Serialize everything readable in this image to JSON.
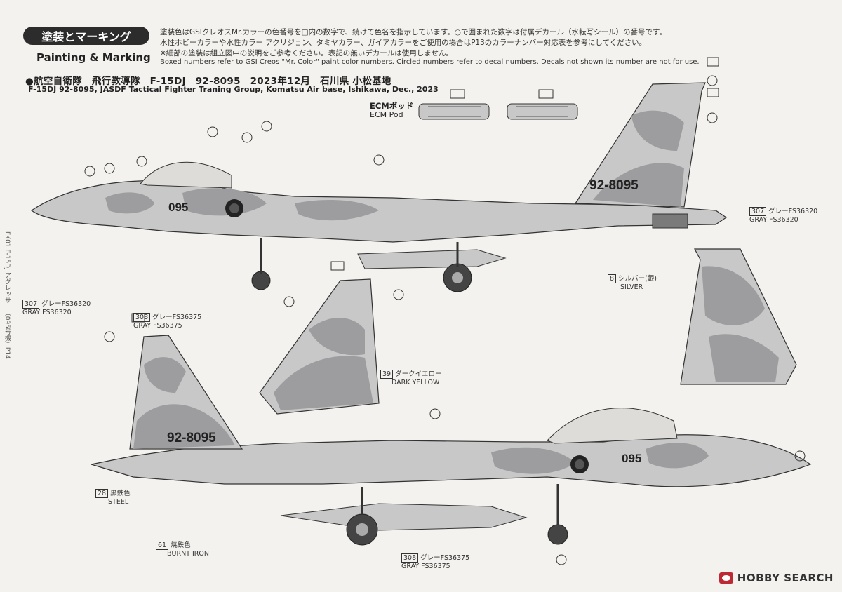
{
  "section": {
    "title_jp": "塗装とマーキング",
    "title_en": "Painting & Marking"
  },
  "notes": [
    "塗装色はGSIクレオスMr.カラーの色番号を□内の数字で、続けて色名を指示しています。○で囲まれた数字は付属デカール（水転写シール）の番号です。",
    "水性ホビーカラーや水性カラー アクリジョン、タミヤカラー、ガイアカラーをご使用の場合はP13のカラーナンバー対応表を参考にしてください。",
    "※細部の塗装は組立図中の説明をご参考ください。表記の無いデカールは使用しません。",
    "Boxed numbers refer to GSI Creos \"Mr. Color\" paint color numbers. Circled numbers refer to decal numbers. Decals not shown its number are not for use."
  ],
  "heading_jp": "●航空自衛隊　飛行教導隊　F-15DJ　92-8095　2023年12月　石川県 小松基地",
  "heading_en": "F-15DJ  92-8095,  JASDF Tactical Fighter Traning Group, Komatsu Air base, Ishikawa,  Dec., 2023",
  "ecm": {
    "jp": "ECMポッド",
    "en": "ECM Pod"
  },
  "colors": {
    "gray_36320": {
      "code": "307",
      "jp": "グレーFS36320",
      "en": "GRAY FS36320"
    },
    "gray_36375": {
      "code": "308",
      "jp": "グレーFS36375",
      "en": "GRAY FS36375"
    },
    "silver": {
      "code": "8",
      "jp": "シルバー(銀)",
      "en": "SILVER"
    },
    "dark_yellow": {
      "code": "39",
      "jp": "ダークイエロー",
      "en": "DARK YELLOW"
    },
    "steel": {
      "code": "28",
      "jp": "黒鉄色",
      "en": "STEEL"
    },
    "burnt_iron": {
      "code": "61",
      "jp": "焼鉄色",
      "en": "BURNT IRON"
    }
  },
  "markings": {
    "serial": "92-8095",
    "nose_number": "095"
  },
  "side_text": "FK01 F-15DJ アグレッサー（095号機）P14",
  "watermark": "HOBBY SEARCH",
  "palette": {
    "camo_gray": "#9d9d9f",
    "light_gray": "#c9c8c8",
    "pale": "#dedcd8",
    "line": "#333333"
  }
}
